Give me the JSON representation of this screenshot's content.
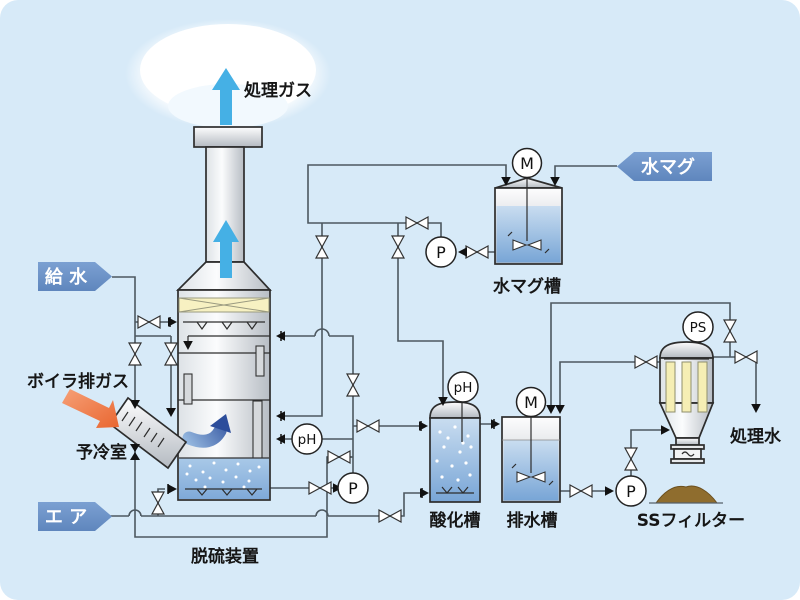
{
  "diagram": {
    "badges": {
      "feed_water": "給 水",
      "air": "エ ア",
      "water_mag": "水マグ"
    },
    "labels": {
      "treated_gas": "処理ガス",
      "boiler_exhaust_gas": "ボイラ排ガス",
      "precooling_chamber": "予冷室",
      "desulfurization_unit": "脱硫装置",
      "water_mag_tank": "水マグ槽",
      "oxidation_tank": "酸化槽",
      "drain_tank": "排水槽",
      "ss_filter": "SSフィルター",
      "treated_water": "処理水"
    },
    "instruments": {
      "pump": "P",
      "motor": "M",
      "ph_meter": "pH",
      "pressure_switch": "PS"
    },
    "colors": {
      "background": "#d7eaf8",
      "badge_blue": "#6e95c8",
      "pipe_gray": "#4d5860",
      "gas_arrow_blue": "#45b0e5",
      "boiler_gas_orange": "#ed7b4c",
      "liquid_blue": "#7fa9d8",
      "demister_yellow": "#f7f1c2",
      "filter_element_yellow": "#f5eeb4",
      "sludge_brown": "#8f6d2e",
      "flow_arrow_navy": "#2c4d9b"
    }
  }
}
